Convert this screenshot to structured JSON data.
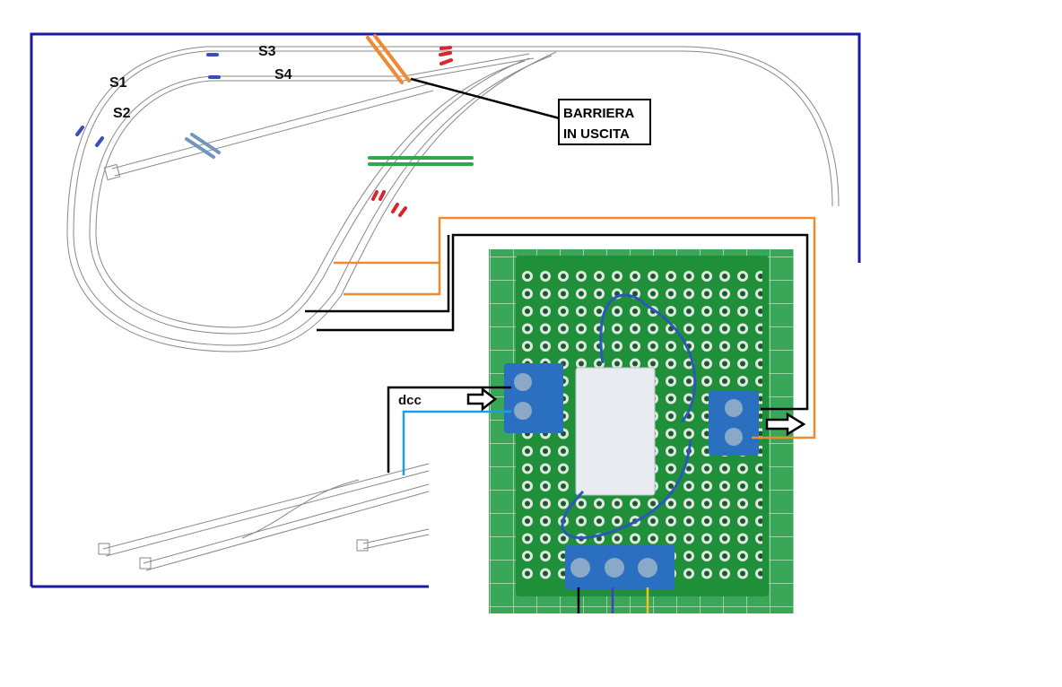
{
  "labels": {
    "s1": "S1",
    "s2": "S2",
    "s3": "S3",
    "s4": "S4",
    "barrier_line1": "BARRIERA",
    "barrier_line2": "IN USCITA",
    "dcc": "dcc"
  },
  "colors": {
    "border": "#1a1aa0",
    "track": "#888888",
    "sensor": "#3a4dbf",
    "barrier_exit": "#f08a30",
    "barrier_entry": "#6f95c0",
    "crossing": "#2ea84a",
    "signal": "#d8262e",
    "wire_orange": "#f08a30",
    "wire_black": "#000000",
    "wire_lightblue": "#1aa0e0",
    "wire_purple": "#4040c0",
    "wire_yellow": "#f0c020",
    "pcb": "#1f8f3a",
    "terminal": "#2a6fc0"
  }
}
